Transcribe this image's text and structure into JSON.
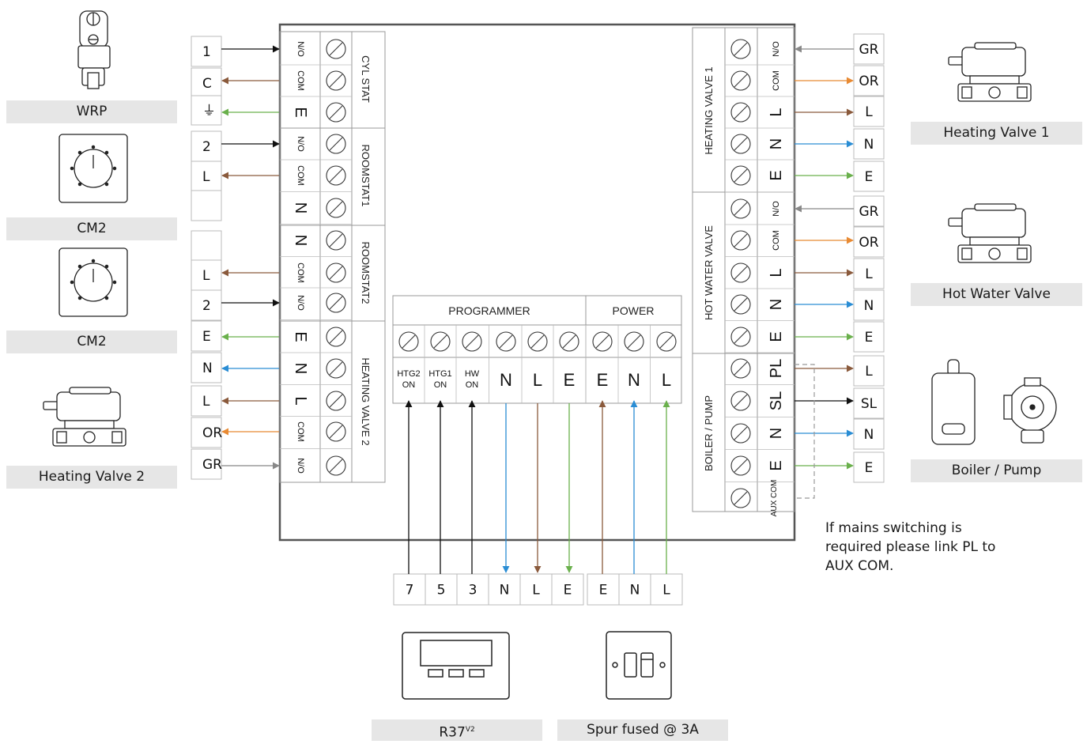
{
  "colors": {
    "black": "#111111",
    "brown": "#8a5a3c",
    "green": "#6ab04c",
    "blue": "#2a8dd4",
    "orange": "#e88a33",
    "grey": "#888888",
    "label_bg": "#e6e6e6"
  },
  "devices": {
    "wrp": "WRP",
    "cm2_a": "CM2",
    "cm2_b": "CM2",
    "heating_valve_2": "Heating Valve 2",
    "heating_valve_1": "Heating Valve 1",
    "hot_water_valve": "Hot Water Valve",
    "boiler_pump": "Boiler / Pump",
    "r37": "R37",
    "r37_sup": "V2",
    "spur": "Spur fused @ 3A"
  },
  "note": [
    "If mains switching is",
    "required please link PL to",
    "AUX COM."
  ],
  "sections": {
    "cyl_stat": "CYL STAT",
    "roomstat1": "ROOMSTAT1",
    "roomstat2": "ROOMSTAT2",
    "heating_valve_2": "HEATING VALVE 2",
    "heating_valve_1": "HEATING VALVE 1",
    "hot_water_valve": "HOT WATER VALVE",
    "boiler_pump": "BOILER / PUMP",
    "programmer": "PROGRAMMER",
    "power": "POWER"
  },
  "left_terminals": [
    "N/O",
    "COM",
    "E",
    "N/O",
    "COM",
    "N",
    "N",
    "COM",
    "N/O",
    "E",
    "N",
    "L",
    "COM",
    "N/O"
  ],
  "left_wires": [
    "1",
    "C",
    "⏚",
    "2",
    "L",
    "",
    "",
    "L",
    "2",
    "E",
    "N",
    "L",
    "OR",
    "GR"
  ],
  "right_terminals": [
    "N/O",
    "COM",
    "L",
    "N",
    "E",
    "N/O",
    "COM",
    "L",
    "N",
    "E",
    "PL",
    "SL",
    "N",
    "E",
    "AUX COM"
  ],
  "right_wires": [
    "GR",
    "OR",
    "L",
    "N",
    "E",
    "GR",
    "OR",
    "L",
    "N",
    "E",
    "L",
    "SL",
    "N",
    "E"
  ],
  "bottom_terminals": [
    "HTG2 ON",
    "HTG1 ON",
    "HW ON",
    "N",
    "L",
    "E",
    "E",
    "N",
    "L"
  ],
  "bottom_wires": [
    "7",
    "5",
    "3",
    "N",
    "L",
    "E",
    "E",
    "N",
    "L"
  ]
}
